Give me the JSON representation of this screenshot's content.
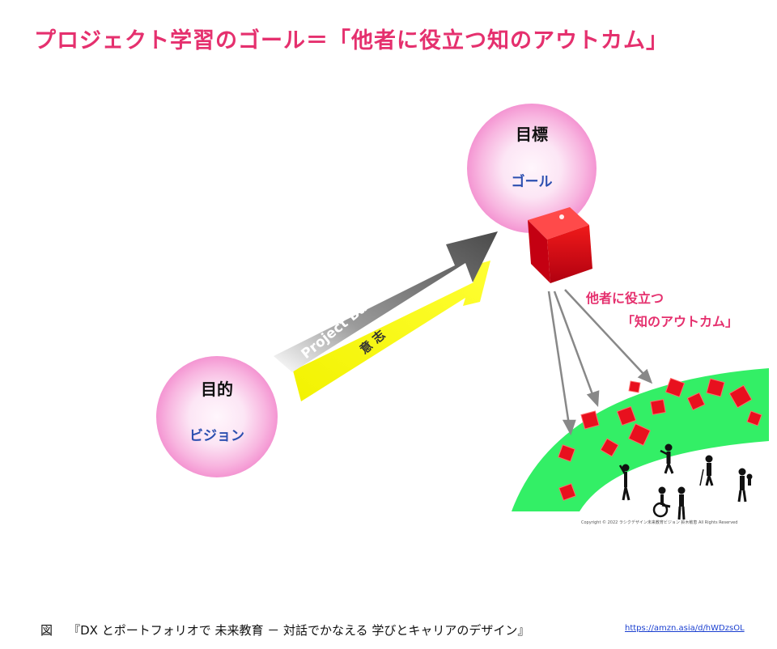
{
  "title": "プロジェクト学習のゴール＝「他者に役立つ知のアウトカム」",
  "goal_sphere": {
    "title": "目標",
    "subtitle": "ゴール"
  },
  "purpose_sphere": {
    "title": "目的",
    "subtitle": "ビジョン"
  },
  "arrow": {
    "top_label": "Project Based Learning",
    "bottom_label": "意 志"
  },
  "outcome_label": {
    "line1": "他者に役立つ",
    "line2": "「知のアウトカム」"
  },
  "copyright": "Copyright © 2022 ラシクデザイン未来教育ビジョン 鈴木敏恵 All Rights Reserved",
  "caption": {
    "prefix": "図",
    "text": "『DX とポートフォリオで 未来教育 － 対話でかなえる 学びとキャリアのデザイン』",
    "link": "https://amzn.asia/d/hWDzsOL"
  },
  "colors": {
    "accent": "#e5306e",
    "sphere": "#f7a6d8",
    "arrow_gray": "#6a6a6a",
    "arrow_yellow": "#f4f400",
    "arc_green": "#33ef66",
    "cube_red": "#e8101e",
    "subtitle_blue": "#2c4fb0"
  }
}
